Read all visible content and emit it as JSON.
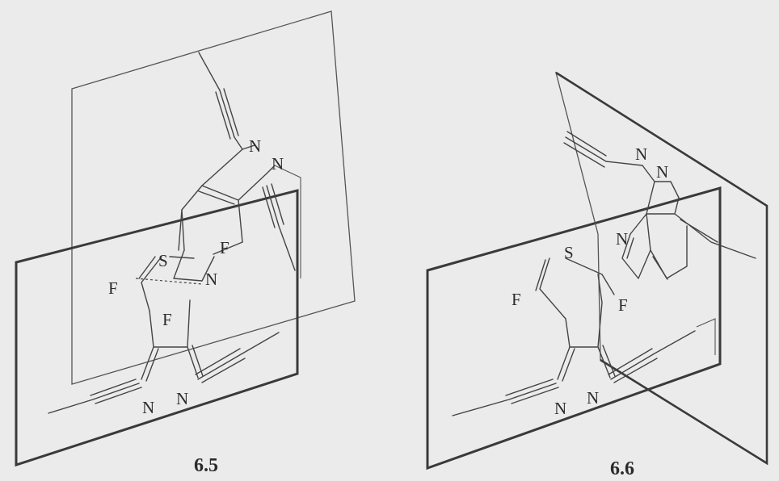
{
  "structures": [
    {
      "id": "6.5",
      "label": "6.5",
      "atoms": {
        "n1": "N",
        "n2": "N",
        "s": "S",
        "f1": "F",
        "f2": "F",
        "n3": "N",
        "f3": "F",
        "n4": "N",
        "n5": "N"
      }
    },
    {
      "id": "6.6",
      "label": "6.6",
      "atoms": {
        "n1": "N",
        "n2": "N",
        "s": "S",
        "n3": "N",
        "f1": "F",
        "f2": "F",
        "n4": "N",
        "n5": "N"
      }
    }
  ]
}
